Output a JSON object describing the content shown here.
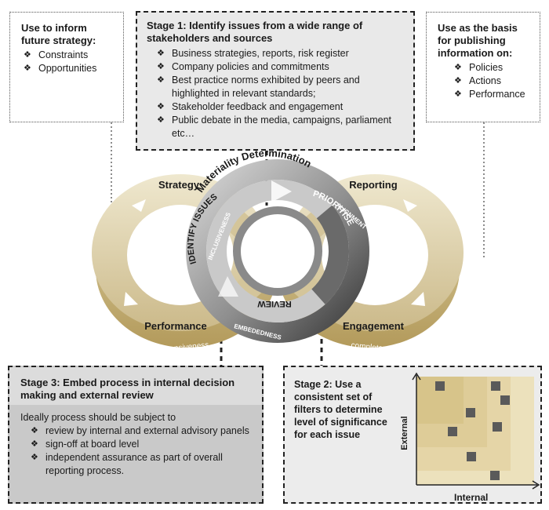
{
  "top_left_box": {
    "heading": "Use to inform future strategy:",
    "items": [
      "Constraints",
      "Opportunities"
    ]
  },
  "top_right_box": {
    "heading": "Use as the basis for publishing information on:",
    "items": [
      "Policies",
      "Actions",
      "Performance"
    ]
  },
  "stage1": {
    "heading": "Stage 1: Identify issues from a wide range of stakeholders and sources",
    "items": [
      "Business strategies, reports, risk register",
      "Company policies and commitments",
      "Best practice norms exhibited by peers and highlighted in relevant standards;",
      "Stakeholder feedback and engagement",
      "Public debate in the media, campaigns, parliament etc…"
    ]
  },
  "diagram": {
    "loop_labels": {
      "strategy": "Strategy",
      "reporting": "Reporting",
      "performance": "Performance",
      "engagement": "Engagement",
      "responsiveness": "responsiveness",
      "completeness": "completeness"
    },
    "wheel_labels": {
      "materiality": "Materiality",
      "determination": "Determination",
      "alignment": "ALIGNMENT",
      "inclusiveness": "INCLUSIVENESS",
      "embededness": "EMBEDEDNESS",
      "identify": "IDENTIFY ISSUES",
      "prioritise": "PRIORITISE",
      "review": "REVIEW"
    }
  },
  "stage3": {
    "heading": "Stage 3: Embed process in internal decision making and external review",
    "intro": "Ideally process should be subject to",
    "items": [
      "review by internal and external advisory panels",
      "sign-off at board level",
      "independent assurance as part of overall reporting process."
    ]
  },
  "stage2": {
    "heading": "Stage 2: Use a consistent set of filters to determine level of significance for each issue",
    "x_axis": "Internal",
    "y_axis": "External"
  },
  "bullet_glyph": "❖"
}
